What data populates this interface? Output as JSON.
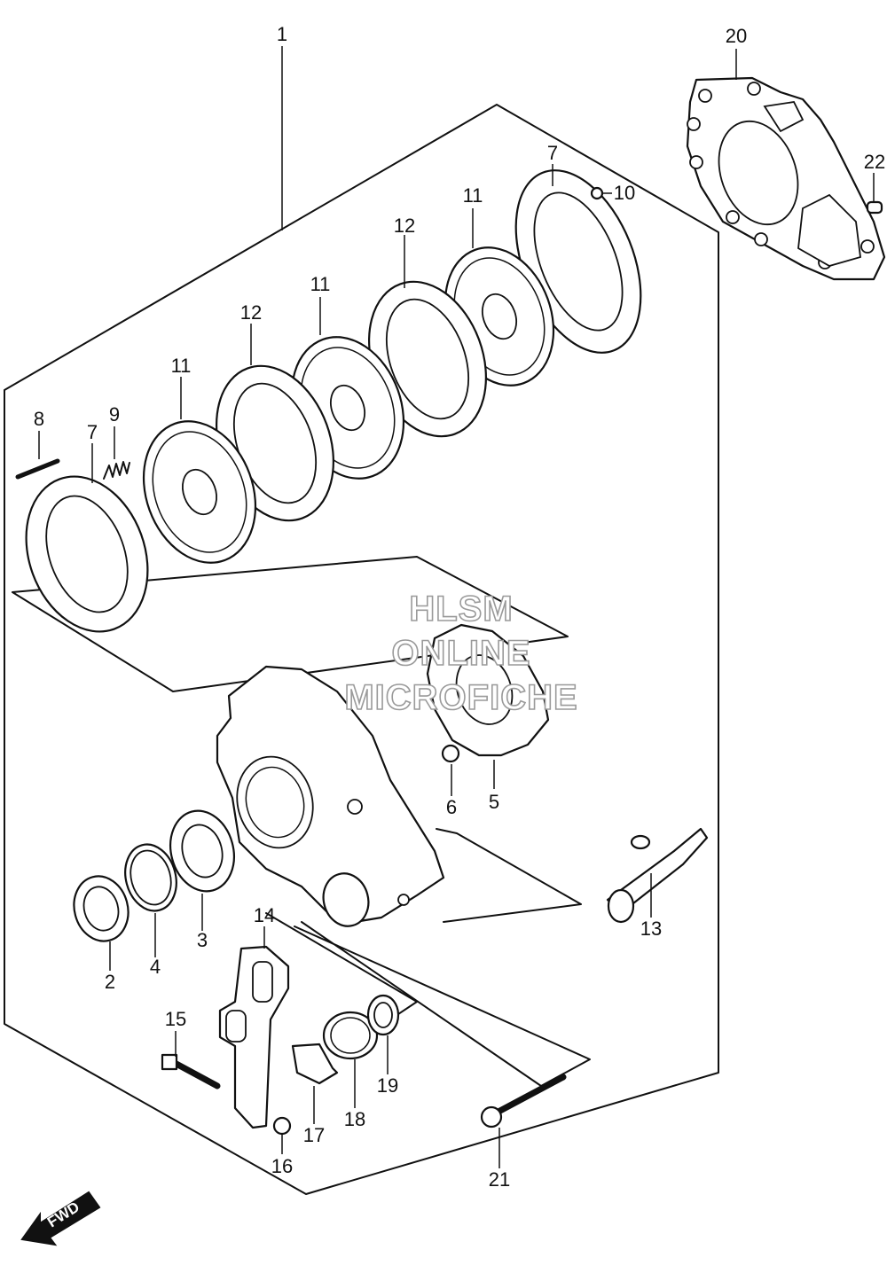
{
  "callouts": [
    {
      "id": "1",
      "label": "1"
    },
    {
      "id": "2",
      "label": "2"
    },
    {
      "id": "3",
      "label": "3"
    },
    {
      "id": "4",
      "label": "4"
    },
    {
      "id": "5",
      "label": "5"
    },
    {
      "id": "6",
      "label": "6"
    },
    {
      "id": "7a",
      "label": "7"
    },
    {
      "id": "7b",
      "label": "7"
    },
    {
      "id": "8",
      "label": "8"
    },
    {
      "id": "9",
      "label": "9"
    },
    {
      "id": "10",
      "label": "10"
    },
    {
      "id": "11a",
      "label": "11"
    },
    {
      "id": "11b",
      "label": "11"
    },
    {
      "id": "11c",
      "label": "11"
    },
    {
      "id": "12a",
      "label": "12"
    },
    {
      "id": "12b",
      "label": "12"
    },
    {
      "id": "13",
      "label": "13"
    },
    {
      "id": "14",
      "label": "14"
    },
    {
      "id": "15",
      "label": "15"
    },
    {
      "id": "16",
      "label": "16"
    },
    {
      "id": "17",
      "label": "17"
    },
    {
      "id": "18",
      "label": "18"
    },
    {
      "id": "19",
      "label": "19"
    },
    {
      "id": "20",
      "label": "20"
    },
    {
      "id": "21",
      "label": "21"
    },
    {
      "id": "22",
      "label": "22"
    }
  ],
  "watermark": {
    "line1": "HLSM",
    "line2": "ONLINE",
    "line3": "MICROFICHE"
  },
  "fwd_label": "FWD"
}
